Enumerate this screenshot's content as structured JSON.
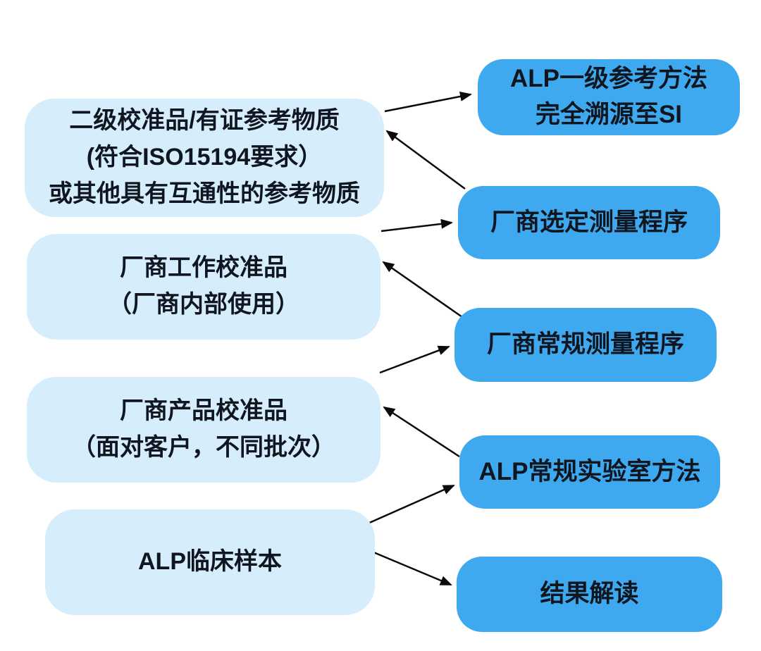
{
  "diagram": {
    "type": "traceability-flowchart",
    "left_nodes": [
      {
        "id": "secondary-calibrator",
        "lines": [
          "二级校准品/有证参考物质",
          "(符合ISO15194要求）",
          "或其他具有互通性的参考物质"
        ]
      },
      {
        "id": "manufacturer-working-calibrator",
        "lines": [
          "厂商工作校准品",
          "（厂商内部使用）"
        ]
      },
      {
        "id": "manufacturer-product-calibrator",
        "lines": [
          "厂商产品校准品",
          "（面对客户，不同批次）"
        ]
      },
      {
        "id": "alp-clinical-sample",
        "lines": [
          "ALP临床样本"
        ]
      }
    ],
    "right_nodes": [
      {
        "id": "alp-primary-reference-method",
        "lines": [
          "ALP一级参考方法",
          "完全溯源至SI"
        ]
      },
      {
        "id": "manufacturer-selected-procedure",
        "lines": [
          "厂商选定测量程序"
        ]
      },
      {
        "id": "manufacturer-routine-procedure",
        "lines": [
          "厂商常规测量程序"
        ]
      },
      {
        "id": "alp-routine-lab-method",
        "lines": [
          "ALP常规实验室方法"
        ]
      },
      {
        "id": "result-interpretation",
        "lines": [
          "结果解读"
        ]
      }
    ],
    "edges": [
      {
        "from": "secondary-calibrator",
        "to": "alp-primary-reference-method"
      },
      {
        "from": "manufacturer-selected-procedure",
        "to": "secondary-calibrator"
      },
      {
        "from": "manufacturer-working-calibrator",
        "to": "manufacturer-selected-procedure"
      },
      {
        "from": "manufacturer-routine-procedure",
        "to": "manufacturer-working-calibrator"
      },
      {
        "from": "manufacturer-product-calibrator",
        "to": "manufacturer-routine-procedure"
      },
      {
        "from": "alp-routine-lab-method",
        "to": "manufacturer-product-calibrator"
      },
      {
        "from": "alp-clinical-sample",
        "to": "alp-routine-lab-method"
      },
      {
        "from": "alp-clinical-sample",
        "to": "result-interpretation"
      }
    ],
    "colors": {
      "background": "#ffffff",
      "left_node_fill": "#d6eefb",
      "right_node_fill": "#3fa9f0",
      "arrow": "#0b0b0b",
      "text": "#101620"
    }
  }
}
